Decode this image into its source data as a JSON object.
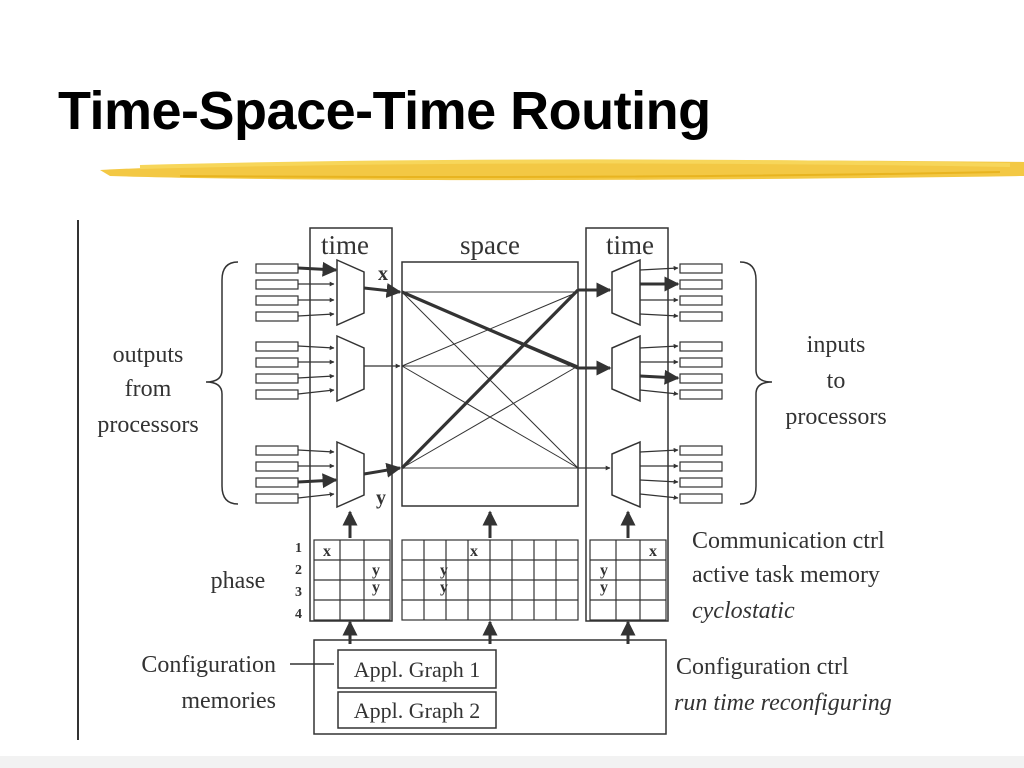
{
  "title": "Time-Space-Time Routing",
  "colors": {
    "highlight": "#f2c230",
    "ink": "#333333",
    "title": "#000000"
  },
  "labels": {
    "time_left": "time",
    "space": "space",
    "time_right": "time",
    "outputs_l1": "outputs",
    "outputs_l2": "from",
    "outputs_l3": "processors",
    "inputs_l1": "inputs",
    "inputs_l2": "to",
    "inputs_l3": "processors",
    "x_marker": "x",
    "y_marker": "y",
    "phase": "phase",
    "phase_numbers": [
      "1",
      "2",
      "3",
      "4"
    ],
    "comm_l1": "Communication ctrl",
    "comm_l2": "active task memory",
    "comm_l3": "cyclostatic",
    "config_mem_l1": "Configuration",
    "config_mem_l2": "memories",
    "graph1": "Appl. Graph 1",
    "graph2": "Appl. Graph 2",
    "config_ctrl_l1": "Configuration ctrl",
    "config_ctrl_l2": "run time reconfiguring"
  },
  "table_marks": {
    "left_x": "x",
    "left_y2": "y",
    "left_y3": "y",
    "mid_x": "x",
    "mid_y2": "y",
    "mid_y3": "y",
    "right_x": "x",
    "right_y2": "y",
    "right_y3": "y"
  }
}
